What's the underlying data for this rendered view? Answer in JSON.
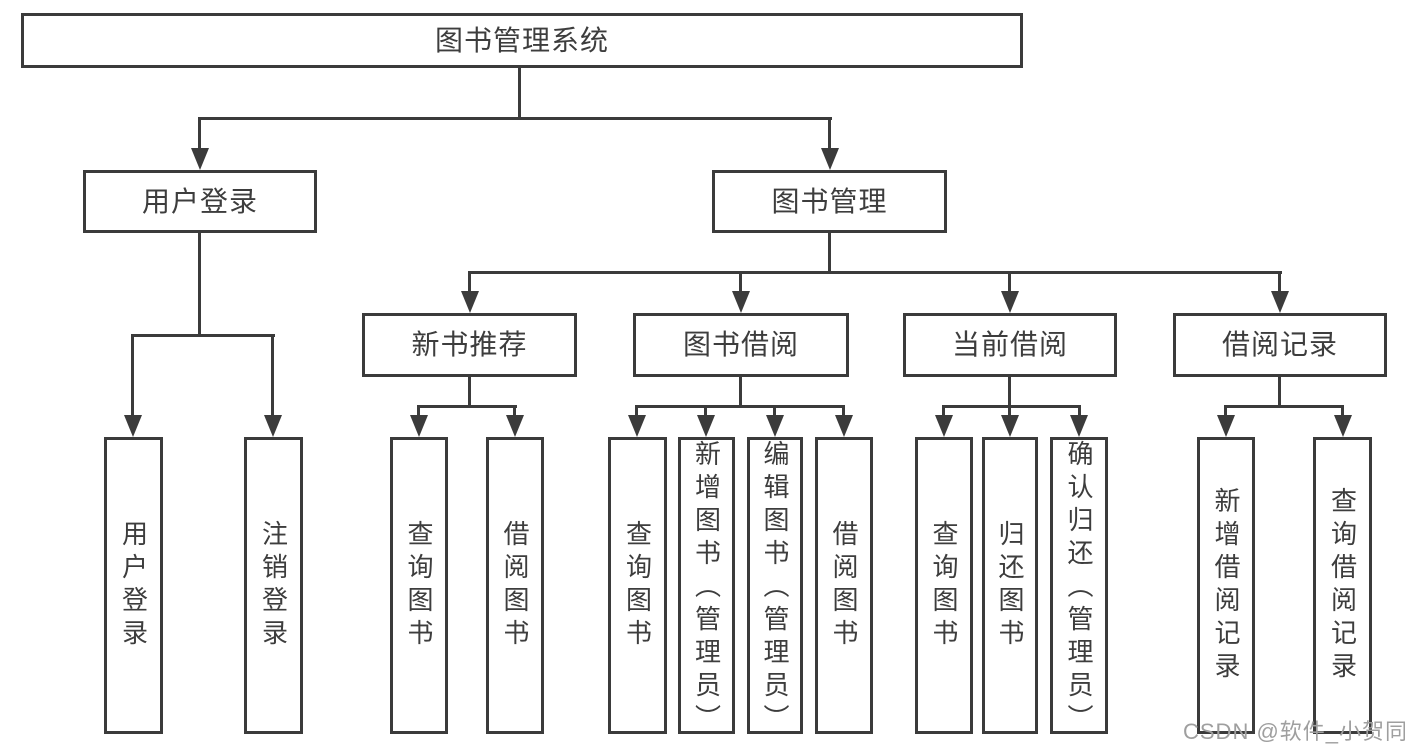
{
  "diagram": {
    "root": "图书管理系统",
    "level1": {
      "user": "用户登录",
      "books": "图书管理"
    },
    "level2": {
      "new_books": "新书推荐",
      "book_borrow": "图书借阅",
      "current_borrow": "当前借阅",
      "borrow_records": "借阅记录"
    },
    "leaves": {
      "user_login": "用户登录",
      "logout": "注销登录",
      "nb_query_books": "查询图书",
      "nb_borrow_books": "借阅图书",
      "bb_query_books": "查询图书",
      "bb_add_books_admin": "新增图书（管理员）",
      "bb_edit_books_admin": "编辑图书（管理员）",
      "bb_borrow_books": "借阅图书",
      "cb_query_books": "查询图书",
      "cb_return_books": "归还图书",
      "cb_confirm_return_admin": "确认归还（管理员）",
      "br_add_record": "新增借阅记录",
      "br_query_record": "查询借阅记录"
    }
  },
  "watermark": "CSDN @软件_小贺同学",
  "colors": {
    "line": "#3b3b3b",
    "text": "#3d3d3d",
    "watermark": "#9f9f9f",
    "background": "#ffffff"
  }
}
